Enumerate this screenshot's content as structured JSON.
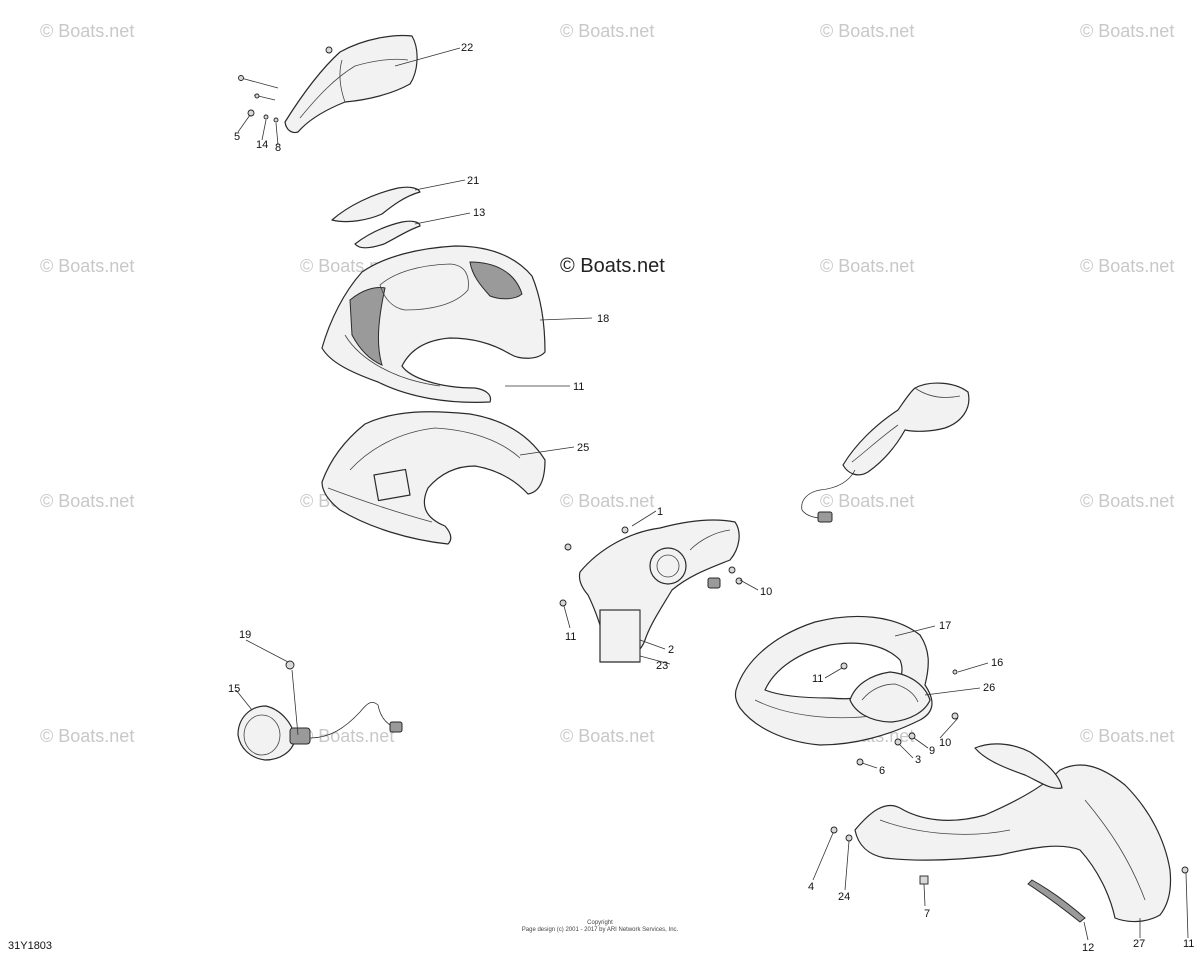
{
  "watermarks": {
    "faded": "© Boats.net",
    "prominent": "© Boats.net"
  },
  "callouts": {
    "p1": "1",
    "p2": "2",
    "p3": "3",
    "p4": "4",
    "p5": "5",
    "p6": "6",
    "p7": "7",
    "p8": "8",
    "p9": "9",
    "p10a": "10",
    "p10b": "10",
    "p11a": "11",
    "p11b": "11",
    "p11c": "11",
    "p11d": "11",
    "p12": "12",
    "p13": "13",
    "p14": "14",
    "p15": "15",
    "p16": "16",
    "p17": "17",
    "p18": "18",
    "p19": "19",
    "p21": "21",
    "p22": "22",
    "p23": "23",
    "p24": "24",
    "p25": "25",
    "p26": "26",
    "p27": "27"
  },
  "footer": {
    "drawing_code": "31Y1803",
    "copyright_line1": "Copyright",
    "copyright_line2": "Page design (c) 2001 - 2017 by ARI Network Services, Inc."
  }
}
